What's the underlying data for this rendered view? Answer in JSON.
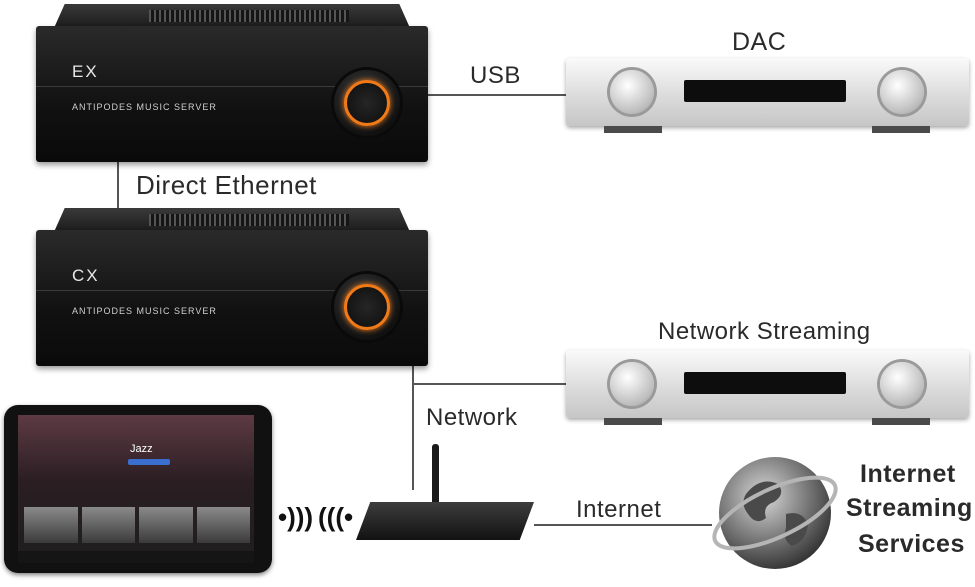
{
  "servers": [
    {
      "model": "EX",
      "name": "ANTIPODES MUSIC SERVER"
    },
    {
      "model": "CX",
      "name": "ANTIPODES MUSIC SERVER"
    }
  ],
  "labels": {
    "usb": "USB",
    "dac": "DAC",
    "direct_ethernet": "Direct Ethernet",
    "network_streaming": "Network Streaming",
    "network": "Network",
    "internet": "Internet",
    "internet_streaming_services": [
      "Internet",
      "Streaming",
      "Services"
    ]
  },
  "tablet": {
    "screen_title": "Jazz"
  },
  "colors": {
    "knob_accent": "#f07a18",
    "line": "#555555",
    "globe": "#6e6e6e"
  }
}
